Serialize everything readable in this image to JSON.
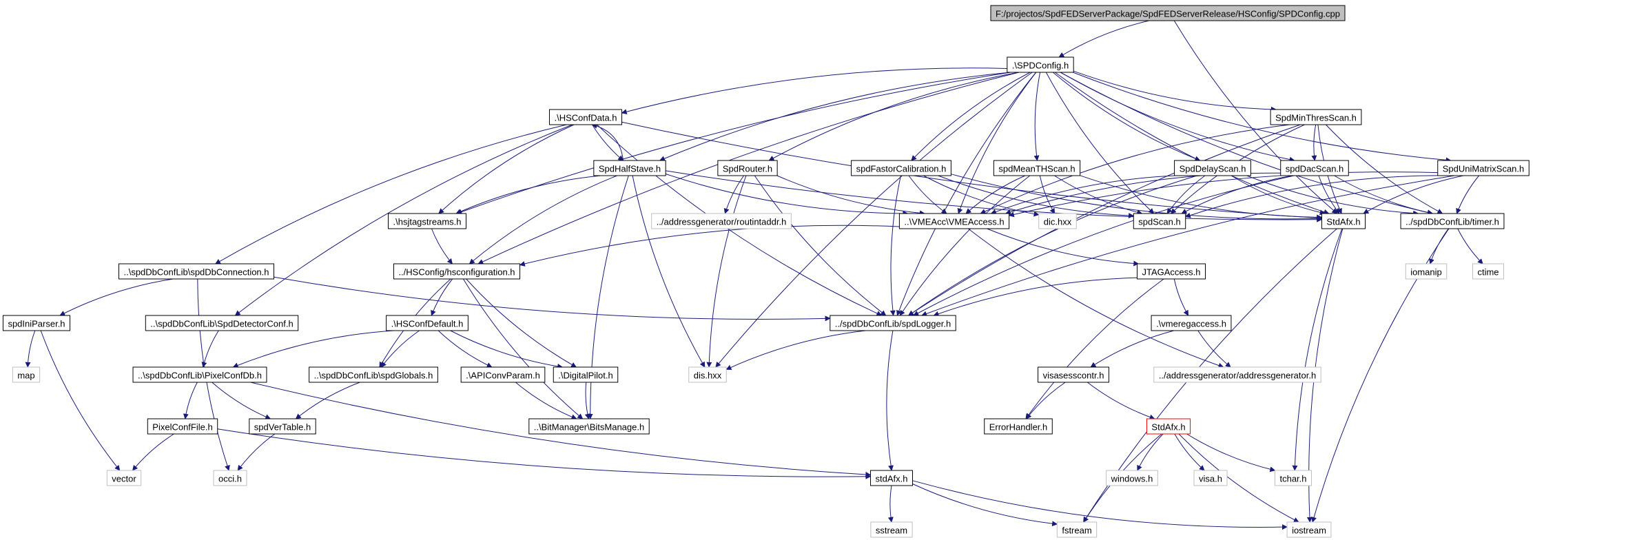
{
  "colors": {
    "edge": "#1a1a7a",
    "root_fill": "#bfbfbf",
    "internal_border": "#000000",
    "external_border": "#bfbfbf",
    "highlight_border": "#ff0000"
  },
  "nodes": [
    {
      "id": "root",
      "label": "F:/projectos/SpdFEDServerPackage/SpdFEDServerRelease/HSConfig/SPDConfig.cpp",
      "kind": "root"
    },
    {
      "id": "spdconfig",
      "label": ".\\SPDConfig.h",
      "kind": "normal"
    },
    {
      "id": "hsconfdata",
      "label": ".\\HSConfData.h",
      "kind": "normal"
    },
    {
      "id": "spdminthres",
      "label": "SpdMinThresScan.h",
      "kind": "normal"
    },
    {
      "id": "spdhalfstave",
      "label": "SpdHalfStave.h",
      "kind": "normal"
    },
    {
      "id": "spdrouter",
      "label": "SpdRouter.h",
      "kind": "normal"
    },
    {
      "id": "spdfastor",
      "label": "spdFastorCalibration.h",
      "kind": "normal"
    },
    {
      "id": "spdmeanth",
      "label": "spdMeanTHScan.h",
      "kind": "normal"
    },
    {
      "id": "spddelay",
      "label": "SpdDelayScan.h",
      "kind": "normal"
    },
    {
      "id": "spddac",
      "label": "spdDacScan.h",
      "kind": "normal"
    },
    {
      "id": "spdunimatrix",
      "label": "SpdUniMatrixScan.h",
      "kind": "normal"
    },
    {
      "id": "hsjtag",
      "label": ".\\hsjtagstreams.h",
      "kind": "normal"
    },
    {
      "id": "routintaddr",
      "label": "../addressgenerator/routintaddr.h",
      "kind": "external"
    },
    {
      "id": "vmeaccess",
      "label": "..\\VMEAcc\\VMEAccess.h",
      "kind": "normal"
    },
    {
      "id": "dichxx",
      "label": "dic.hxx",
      "kind": "external"
    },
    {
      "id": "spdscan",
      "label": "spdScan.h",
      "kind": "normal"
    },
    {
      "id": "stdafx1",
      "label": "StdAfx.h",
      "kind": "normal"
    },
    {
      "id": "timer",
      "label": "../spdDbConfLib/timer.h",
      "kind": "normal"
    },
    {
      "id": "dbconnection",
      "label": "..\\spdDbConfLib\\spdDbConnection.h",
      "kind": "normal"
    },
    {
      "id": "hsconfiguration",
      "label": "../HSConfig/hsconfiguration.h",
      "kind": "normal"
    },
    {
      "id": "jtagaccess",
      "label": "JTAGAccess.h",
      "kind": "normal"
    },
    {
      "id": "iomanip",
      "label": "iomanip",
      "kind": "external"
    },
    {
      "id": "ctime",
      "label": "ctime",
      "kind": "external"
    },
    {
      "id": "spdiniparser",
      "label": "spdIniParser.h",
      "kind": "normal"
    },
    {
      "id": "detectorconf",
      "label": "..\\spdDbConfLib\\SpdDetectorConf.h",
      "kind": "normal"
    },
    {
      "id": "hsconfdefault",
      "label": ".\\HSConfDefault.h",
      "kind": "normal"
    },
    {
      "id": "spdlogger",
      "label": "../spdDbConfLib/spdLogger.h",
      "kind": "normal"
    },
    {
      "id": "vmeregaccess",
      "label": ".\\vmeregaccess.h",
      "kind": "normal"
    },
    {
      "id": "map",
      "label": "map",
      "kind": "external"
    },
    {
      "id": "pixelconfdb",
      "label": "..\\spdDbConfLib\\PixelConfDb.h",
      "kind": "normal"
    },
    {
      "id": "spdglobals",
      "label": "..\\spdDbConfLib\\spdGlobals.h",
      "kind": "normal"
    },
    {
      "id": "apiconvparam",
      "label": ".\\APIConvParam.h",
      "kind": "normal"
    },
    {
      "id": "digitalpilot",
      "label": ".\\DigitalPilot.h",
      "kind": "normal"
    },
    {
      "id": "dishxx",
      "label": "dis.hxx",
      "kind": "external"
    },
    {
      "id": "visasess",
      "label": "visasesscontr.h",
      "kind": "normal"
    },
    {
      "id": "addressgen",
      "label": "../addressgenerator/addressgenerator.h",
      "kind": "external"
    },
    {
      "id": "pixelconffile",
      "label": "PixelConfFile.h",
      "kind": "normal"
    },
    {
      "id": "spdvertable",
      "label": "spdVerTable.h",
      "kind": "normal"
    },
    {
      "id": "bitsmanage",
      "label": "..\\BitManager\\BitsManage.h",
      "kind": "normal"
    },
    {
      "id": "errorhandler",
      "label": "ErrorHandler.h",
      "kind": "normal"
    },
    {
      "id": "stdafx2",
      "label": "StdAfx.h",
      "kind": "highlight"
    },
    {
      "id": "vector",
      "label": "vector",
      "kind": "external"
    },
    {
      "id": "occi",
      "label": "occi.h",
      "kind": "external"
    },
    {
      "id": "stdafx3",
      "label": "stdAfx.h",
      "kind": "normal"
    },
    {
      "id": "windows",
      "label": "windows.h",
      "kind": "external"
    },
    {
      "id": "visa",
      "label": "visa.h",
      "kind": "external"
    },
    {
      "id": "tchar",
      "label": "tchar.h",
      "kind": "external"
    },
    {
      "id": "sstream",
      "label": "sstream",
      "kind": "external"
    },
    {
      "id": "fstream",
      "label": "fstream",
      "kind": "external"
    },
    {
      "id": "iostream",
      "label": "iostream",
      "kind": "external"
    }
  ],
  "edges": [
    [
      "root",
      "spdconfig"
    ],
    [
      "root",
      "stdafx1"
    ],
    [
      "spdconfig",
      "hsconfdata"
    ],
    [
      "spdconfig",
      "spdhalfstave"
    ],
    [
      "spdconfig",
      "spdrouter"
    ],
    [
      "spdconfig",
      "spdfastor"
    ],
    [
      "spdconfig",
      "spdmeanth"
    ],
    [
      "spdconfig",
      "spddelay"
    ],
    [
      "spdconfig",
      "spddac"
    ],
    [
      "spdconfig",
      "spdminthres"
    ],
    [
      "spdconfig",
      "spdunimatrix"
    ],
    [
      "spdconfig",
      "hsjtag"
    ],
    [
      "spdconfig",
      "vmeaccess"
    ],
    [
      "spdconfig",
      "spdscan"
    ],
    [
      "spdconfig",
      "stdafx1"
    ],
    [
      "spdconfig",
      "timer"
    ],
    [
      "spdconfig",
      "hsconfiguration"
    ],
    [
      "spdconfig",
      "dishxx"
    ],
    [
      "spdconfig",
      "spdlogger"
    ],
    [
      "hsconfdata",
      "spdhalfstave"
    ],
    [
      "hsconfdata",
      "hsjtag"
    ],
    [
      "hsconfdata",
      "dbconnection"
    ],
    [
      "hsconfdata",
      "detectorconf"
    ],
    [
      "hsconfdata",
      "spdlogger"
    ],
    [
      "hsconfdata",
      "stdafx1"
    ],
    [
      "spdhalfstave",
      "hsconfdata"
    ],
    [
      "spdhalfstave",
      "hsjtag"
    ],
    [
      "spdhalfstave",
      "hsconfiguration"
    ],
    [
      "spdhalfstave",
      "vmeaccess"
    ],
    [
      "spdhalfstave",
      "dishxx"
    ],
    [
      "spdhalfstave",
      "bitsmanage"
    ],
    [
      "spdhalfstave",
      "stdafx1"
    ],
    [
      "spdrouter",
      "routintaddr"
    ],
    [
      "spdrouter",
      "vmeaccess"
    ],
    [
      "spdrouter",
      "dishxx"
    ],
    [
      "spdrouter",
      "spdlogger"
    ],
    [
      "spdfastor",
      "vmeaccess"
    ],
    [
      "spdfastor",
      "dichxx"
    ],
    [
      "spdfastor",
      "spdscan"
    ],
    [
      "spdfastor",
      "stdafx1"
    ],
    [
      "spdfastor",
      "spdlogger"
    ],
    [
      "spdmeanth",
      "vmeaccess"
    ],
    [
      "spdmeanth",
      "dichxx"
    ],
    [
      "spdmeanth",
      "spdscan"
    ],
    [
      "spdmeanth",
      "stdafx1"
    ],
    [
      "spdmeanth",
      "spdlogger"
    ],
    [
      "spddelay",
      "vmeaccess"
    ],
    [
      "spddelay",
      "spdscan"
    ],
    [
      "spddelay",
      "stdafx1"
    ],
    [
      "spddelay",
      "timer"
    ],
    [
      "spddelay",
      "spdlogger"
    ],
    [
      "spddac",
      "vmeaccess"
    ],
    [
      "spddac",
      "spdscan"
    ],
    [
      "spddac",
      "stdafx1"
    ],
    [
      "spddac",
      "timer"
    ],
    [
      "spddac",
      "spdlogger"
    ],
    [
      "spdminthres",
      "spddac"
    ],
    [
      "spdminthres",
      "vmeaccess"
    ],
    [
      "spdminthres",
      "spdscan"
    ],
    [
      "spdminthres",
      "stdafx1"
    ],
    [
      "spdminthres",
      "timer"
    ],
    [
      "spdminthres",
      "spdlogger"
    ],
    [
      "spdunimatrix",
      "vmeaccess"
    ],
    [
      "spdunimatrix",
      "spdscan"
    ],
    [
      "spdunimatrix",
      "stdafx1"
    ],
    [
      "spdunimatrix",
      "timer"
    ],
    [
      "spdunimatrix",
      "spdlogger"
    ],
    [
      "hsjtag",
      "hsconfiguration"
    ],
    [
      "vmeaccess",
      "hsconfiguration"
    ],
    [
      "vmeaccess",
      "jtagaccess"
    ],
    [
      "vmeaccess",
      "addressgen"
    ],
    [
      "dbconnection",
      "spdiniparser"
    ],
    [
      "dbconnection",
      "occi"
    ],
    [
      "dbconnection",
      "spdlogger"
    ],
    [
      "hsconfiguration",
      "hsconfdefault"
    ],
    [
      "hsconfiguration",
      "spdglobals"
    ],
    [
      "hsconfiguration",
      "digitalpilot"
    ],
    [
      "hsconfiguration",
      "bitsmanage"
    ],
    [
      "jtagaccess",
      "spdlogger"
    ],
    [
      "jtagaccess",
      "vmeregaccess"
    ],
    [
      "jtagaccess",
      "errorhandler"
    ],
    [
      "stdafx1",
      "tchar"
    ],
    [
      "stdafx1",
      "fstream"
    ],
    [
      "stdafx1",
      "iostream"
    ],
    [
      "timer",
      "iomanip"
    ],
    [
      "timer",
      "ctime"
    ],
    [
      "timer",
      "iostream"
    ],
    [
      "spdiniparser",
      "map"
    ],
    [
      "spdiniparser",
      "vector"
    ],
    [
      "detectorconf",
      "pixelconfdb"
    ],
    [
      "hsconfdefault",
      "pixelconfdb"
    ],
    [
      "hsconfdefault",
      "spdglobals"
    ],
    [
      "hsconfdefault",
      "apiconvparam"
    ],
    [
      "hsconfdefault",
      "digitalpilot"
    ],
    [
      "spdlogger",
      "dishxx"
    ],
    [
      "spdlogger",
      "stdafx3"
    ],
    [
      "vmeregaccess",
      "visasess"
    ],
    [
      "vmeregaccess",
      "addressgen"
    ],
    [
      "pixelconfdb",
      "pixelconffile"
    ],
    [
      "pixelconfdb",
      "spdvertable"
    ],
    [
      "pixelconfdb",
      "stdafx3"
    ],
    [
      "spdglobals",
      "spdvertable"
    ],
    [
      "apiconvparam",
      "bitsmanage"
    ],
    [
      "digitalpilot",
      "bitsmanage"
    ],
    [
      "visasess",
      "errorhandler"
    ],
    [
      "visasess",
      "stdafx2"
    ],
    [
      "pixelconffile",
      "vector"
    ],
    [
      "pixelconffile",
      "stdafx3"
    ],
    [
      "spdvertable",
      "occi"
    ],
    [
      "stdafx2",
      "windows"
    ],
    [
      "stdafx2",
      "visa"
    ],
    [
      "stdafx2",
      "tchar"
    ],
    [
      "stdafx2",
      "fstream"
    ],
    [
      "stdafx2",
      "iostream"
    ],
    [
      "stdafx3",
      "sstream"
    ],
    [
      "stdafx3",
      "fstream"
    ],
    [
      "stdafx3",
      "iostream"
    ]
  ]
}
